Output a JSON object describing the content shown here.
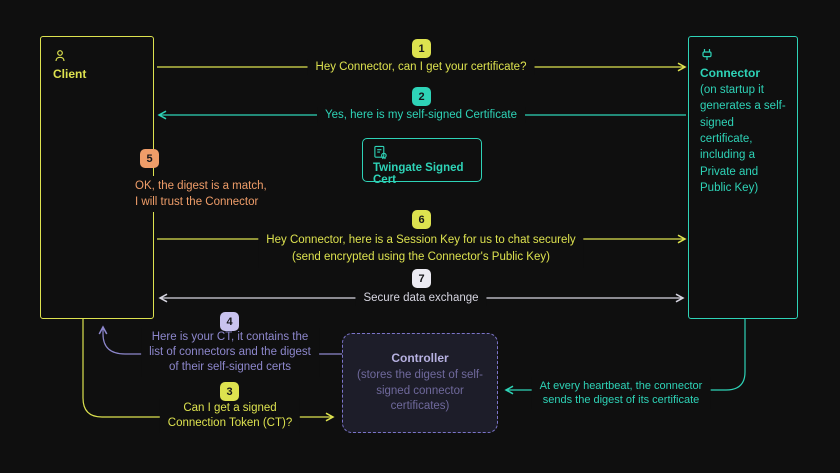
{
  "colors": {
    "background": "#0f0f0f",
    "yellow": "#dde24f",
    "teal": "#2ed3b7",
    "purple": "#8d87cc",
    "purple_border": "#7b74c9",
    "purple_badge": "#c9c3ef",
    "orange": "#ef9d69",
    "white": "#d6d5e0",
    "controller_bg": "#1d1d29",
    "controller_title": "#b7b1e1",
    "controller_text": "#6f699c",
    "badge_text": "#15151a"
  },
  "boxes": {
    "client": {
      "icon": "person-icon",
      "label": "Client"
    },
    "connector": {
      "icon": "plug-icon",
      "label": "Connector",
      "description": "(on startup it generates a self-signed certificate, including a Private and Public Key)"
    },
    "controller": {
      "label": "Controller",
      "description": "(stores the digest of self-signed connector certificates)"
    },
    "cert": {
      "icon": "certificate-icon",
      "label": "Twingate Signed Cert"
    }
  },
  "steps": [
    {
      "num": "1",
      "lines": [
        "Hey Connector, can I get your certificate?"
      ]
    },
    {
      "num": "2",
      "lines": [
        "Yes, here is my self-signed Certificate"
      ]
    },
    {
      "num": "3",
      "lines": [
        "Can I get a signed",
        "Connection Token (CT)?"
      ]
    },
    {
      "num": "4",
      "lines": [
        "Here is your CT, it contains the",
        "list of connectors and the digest",
        "of their self-signed certs"
      ]
    },
    {
      "num": "5",
      "lines": [
        "OK, the digest is a match,",
        "I will trust the Connector"
      ]
    },
    {
      "num": "6",
      "lines": [
        "Hey Connector, here is a Session Key for us to chat securely",
        "(send encrypted using the Connector's Public Key)"
      ]
    },
    {
      "num": "7",
      "lines": [
        "Secure data exchange"
      ]
    }
  ],
  "heartbeat": {
    "lines": [
      "At every heartbeat, the connector",
      "sends the digest of its certificate"
    ]
  }
}
